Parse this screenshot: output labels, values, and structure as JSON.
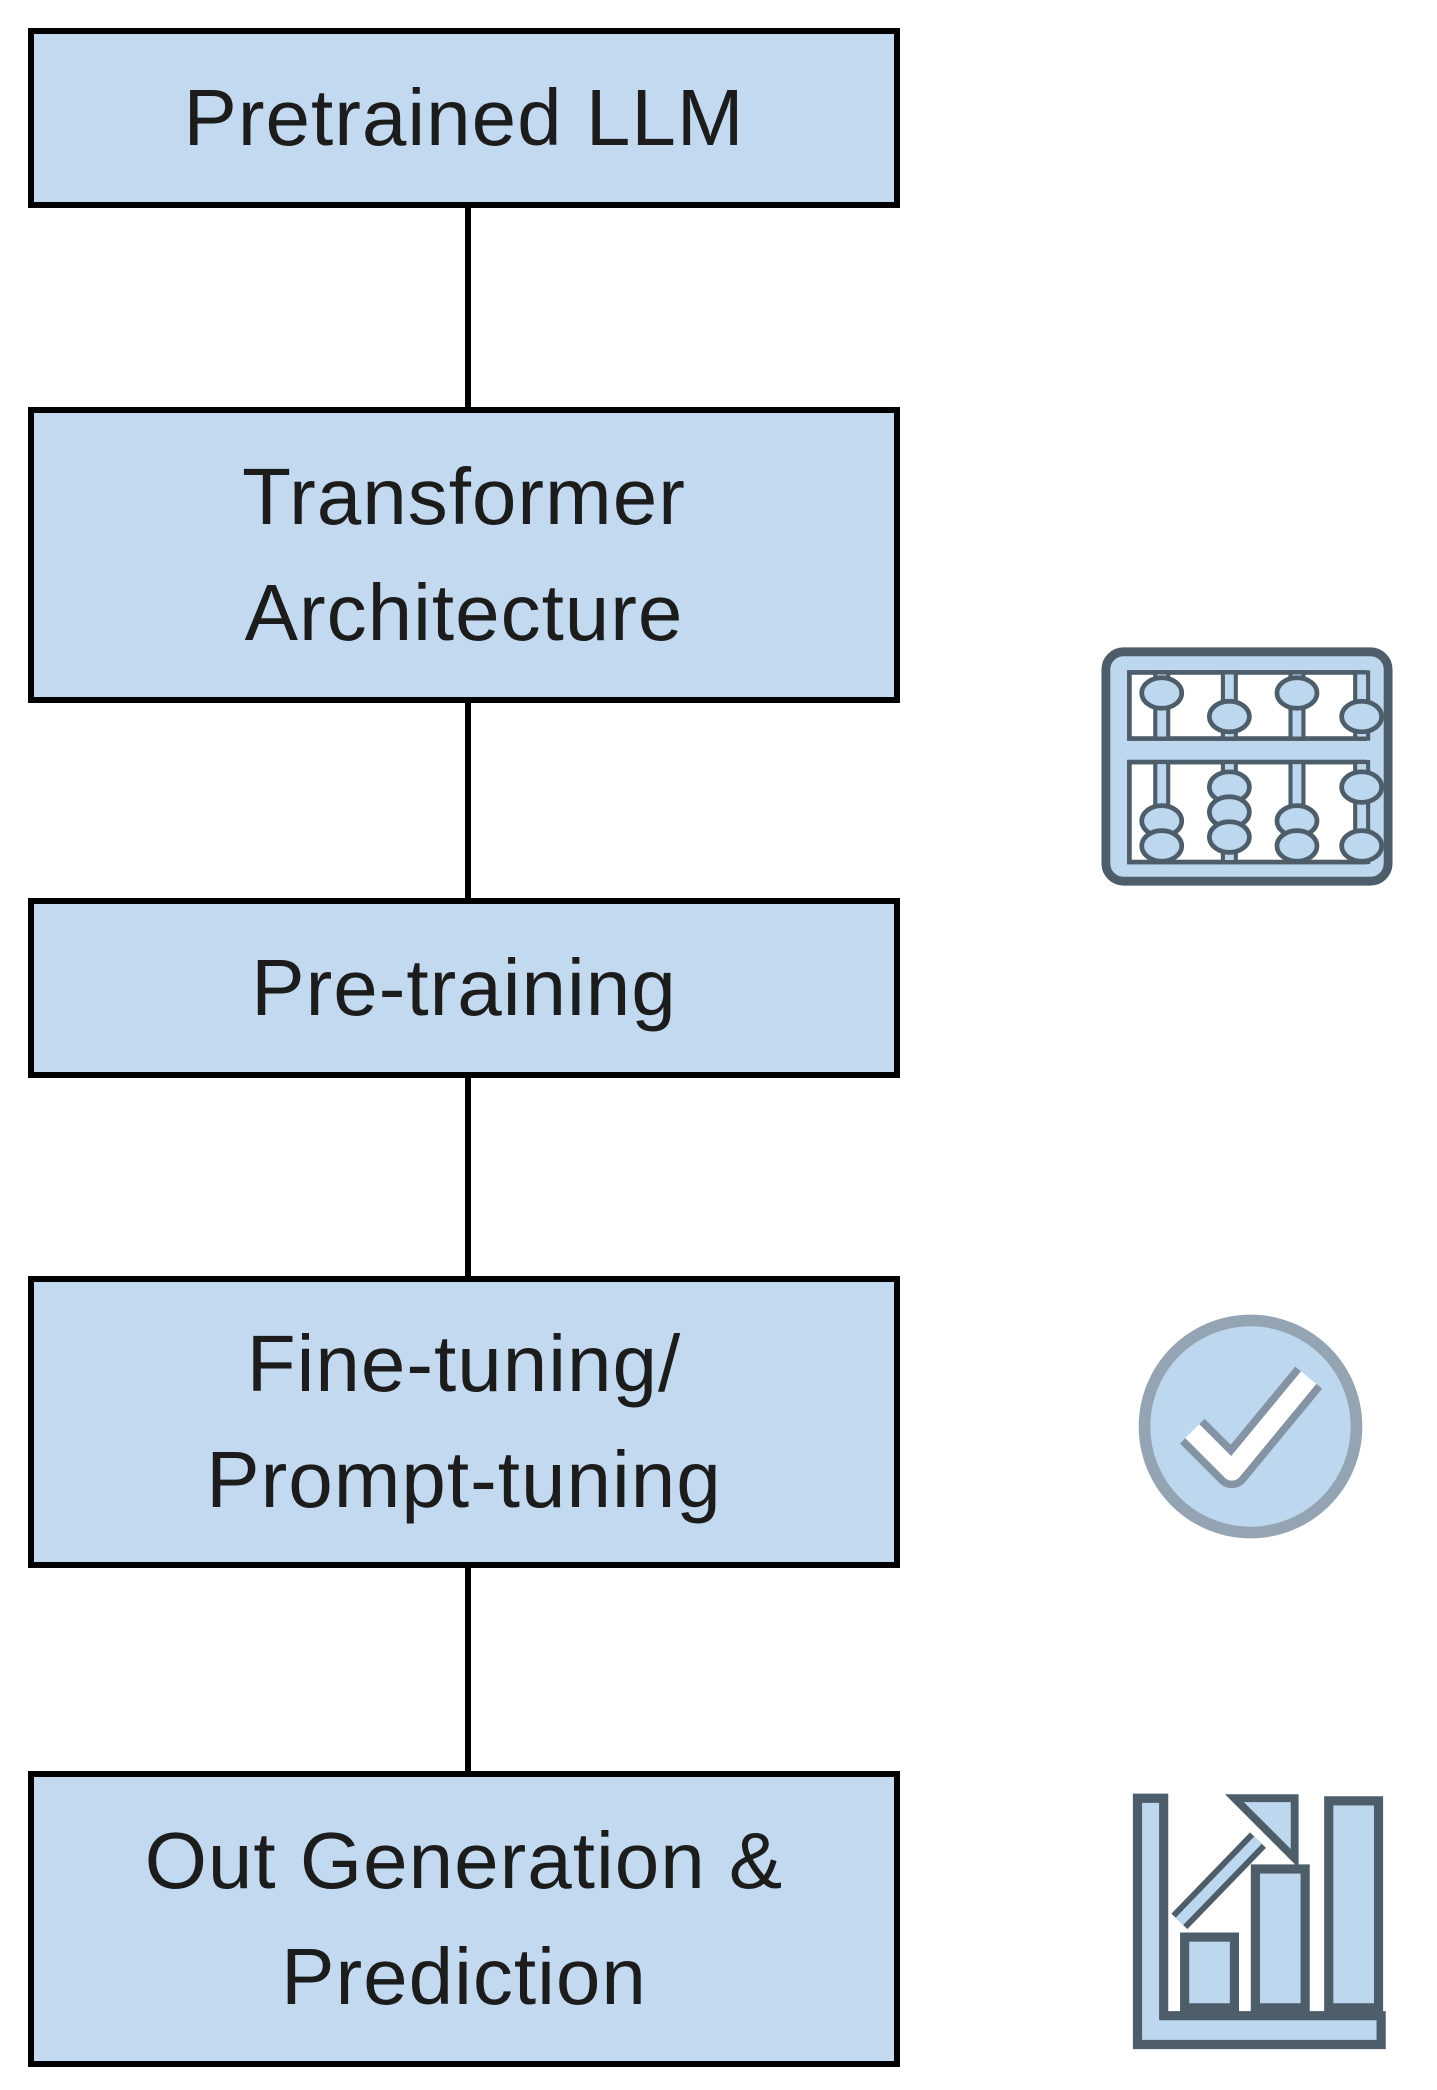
{
  "diagram": {
    "boxes": [
      {
        "name": "pretrained-llm",
        "lines": [
          "Pretrained LLM"
        ]
      },
      {
        "name": "transformer-architecture",
        "lines": [
          "Transformer",
          "Architecture"
        ]
      },
      {
        "name": "pre-training",
        "lines": [
          "Pre-training"
        ]
      },
      {
        "name": "fine-tuning-prompt-tuning",
        "lines": [
          "Fine-tuning/",
          "Prompt-tuning"
        ]
      },
      {
        "name": "out-generation-prediction",
        "lines": [
          "Out Generation &",
          "Prediction"
        ]
      }
    ],
    "connectors": {
      "count": 4,
      "style": "plain vertical line, no arrowhead"
    },
    "icons": [
      {
        "name": "abacus-icon",
        "meaning": "computation / pre-training"
      },
      {
        "name": "check-circle-icon",
        "meaning": "tuning verified"
      },
      {
        "name": "bar-chart-growth-icon",
        "meaning": "output generation & prediction"
      }
    ],
    "colors": {
      "box_fill": "#c2d9f0",
      "box_border": "#000000",
      "connector": "#000000",
      "icon_fill": "#bdd7ee",
      "icon_stroke": "#4e5d6a",
      "circle_stroke": "#95a4b3",
      "check_outline": "#8494a4",
      "text": "#1c1c1c"
    }
  }
}
